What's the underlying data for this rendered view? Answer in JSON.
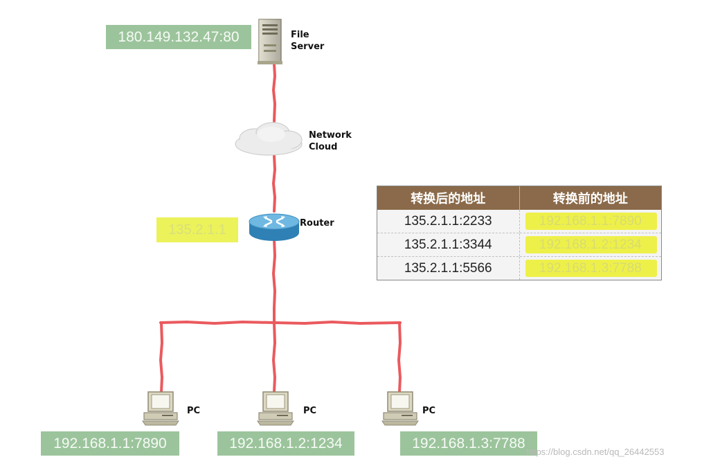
{
  "server": {
    "label_line1": "File",
    "label_line2": "Server",
    "ip": "180.149.132.47:80",
    "icon": "file-server-icon"
  },
  "cloud": {
    "label_line1": "Network",
    "label_line2": "Cloud",
    "icon": "network-cloud-icon"
  },
  "router": {
    "label": "Router",
    "ip": "135.2.1.1",
    "icon": "router-icon"
  },
  "pcs": [
    {
      "label": "PC",
      "ip": "192.168.1.1:7890",
      "icon": "pc-icon"
    },
    {
      "label": "PC",
      "ip": "192.168.1.2:1234",
      "icon": "pc-icon"
    },
    {
      "label": "PC",
      "ip": "192.168.1.3:7788",
      "icon": "pc-icon"
    }
  ],
  "nat_table": {
    "headers": [
      "转换后的地址",
      "转换前的地址"
    ],
    "rows": [
      {
        "post": "135.2.1.1:2233",
        "pre": "192.168.1.1:7890"
      },
      {
        "post": "135.2.1.1:3344",
        "pre": "192.168.1.2:1234"
      },
      {
        "post": "135.2.1.1:5566",
        "pre": "192.168.1.3:7788"
      }
    ]
  },
  "watermark": "https://blog.csdn.net/qq_26442553",
  "colors": {
    "link": "#e8484c",
    "ip_box": "#8fbc8f",
    "highlight": "#eef04a",
    "table_header": "#8a6a4a"
  }
}
